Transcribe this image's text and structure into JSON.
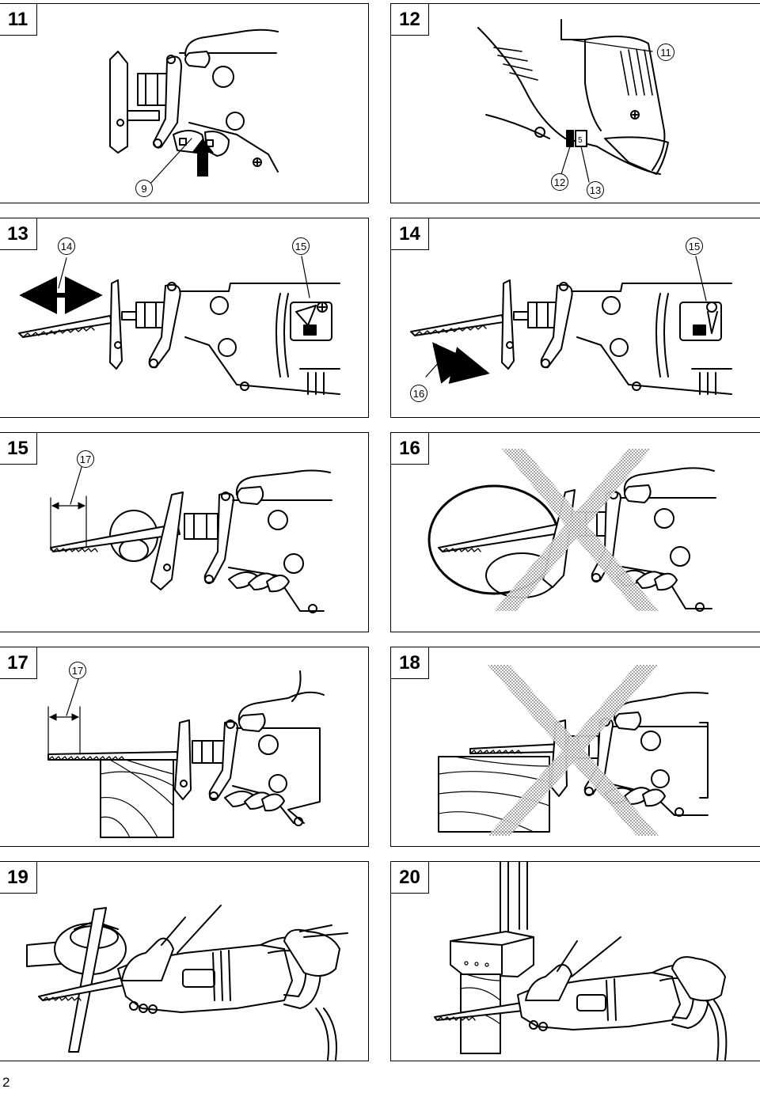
{
  "page": {
    "number": "2"
  },
  "figures": [
    {
      "id": "11",
      "label": "11",
      "callouts": [
        "9"
      ]
    },
    {
      "id": "12",
      "label": "12",
      "callouts": [
        "11",
        "12",
        "13"
      ],
      "switch_mark": "5"
    },
    {
      "id": "13",
      "label": "13",
      "callouts": [
        "14",
        "15"
      ]
    },
    {
      "id": "14",
      "label": "14",
      "callouts": [
        "15",
        "16"
      ]
    },
    {
      "id": "15",
      "label": "15",
      "callouts": [
        "17"
      ]
    },
    {
      "id": "16",
      "label": "16",
      "callouts": []
    },
    {
      "id": "17",
      "label": "17",
      "callouts": [
        "17"
      ]
    },
    {
      "id": "18",
      "label": "18",
      "callouts": []
    },
    {
      "id": "19",
      "label": "19",
      "callouts": []
    },
    {
      "id": "20",
      "label": "20",
      "callouts": []
    }
  ],
  "colors": {
    "line": "#000000",
    "prohibited_mark": "#8c8c8c"
  },
  "icons": {
    "prohibited": "cross-mark-icon",
    "motion": "double-arrow-icon",
    "push": "up-arrow-icon"
  }
}
